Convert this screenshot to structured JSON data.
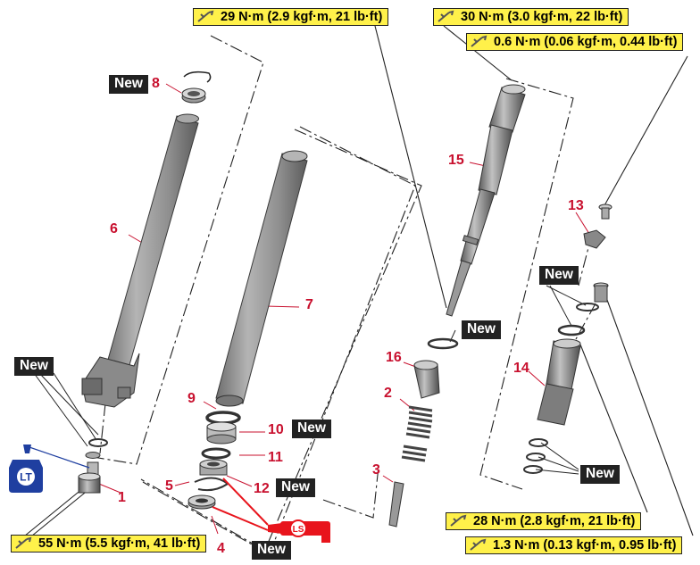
{
  "torque_specs": [
    {
      "id": "t29",
      "label": "29 N·m (2.9 kgf·m, 21 lb·ft)"
    },
    {
      "id": "t30",
      "label": "30 N·m (3.0 kgf·m, 22 lb·ft)"
    },
    {
      "id": "t06",
      "label": "0.6 N·m (0.06 kgf·m, 0.44 lb·ft)"
    },
    {
      "id": "t28",
      "label": "28 N·m (2.8 kgf·m, 21 lb·ft)"
    },
    {
      "id": "t13",
      "label": "1.3 N·m (0.13 kgf·m, 0.95 lb·ft)"
    },
    {
      "id": "t55",
      "label": "55 N·m (5.5 kgf·m, 41 lb·ft)"
    }
  ],
  "new_label": "New",
  "part_numbers": [
    "1",
    "2",
    "3",
    "4",
    "5",
    "6",
    "7",
    "8",
    "9",
    "10",
    "11",
    "12",
    "13",
    "14",
    "15",
    "16"
  ],
  "lubricant_labels": {
    "lt": "LT",
    "ls": "LS"
  },
  "colors": {
    "torque_bg": "#fff14a",
    "part_number": "#c8102e",
    "tag_bg": "#222222",
    "tube_gray": "#8f8f8f",
    "lt_blue": "#1f3fa0",
    "ls_red": "#e8141c"
  }
}
